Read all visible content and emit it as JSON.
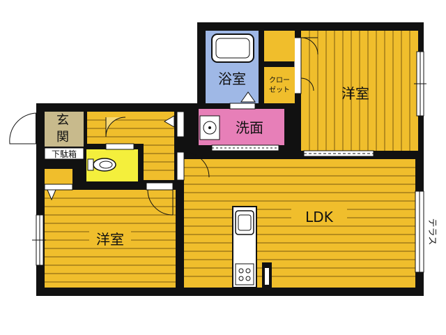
{
  "colors": {
    "floor": "#f0be2c",
    "wall": "#111111",
    "bath": "#9fb8e6",
    "washroom": "#e77fb8",
    "toilet": "#f4ef3c",
    "entrance": "#c8ba8c",
    "outside": "#ffffff"
  },
  "rooms": {
    "bath": {
      "label": "浴室"
    },
    "closet": {
      "label_line1": "クロー",
      "label_line2": "ゼット"
    },
    "bedroom_ne": {
      "label": "洋室"
    },
    "washroom": {
      "label": "洗面"
    },
    "entrance": {
      "label_line1": "玄",
      "label_line2": "関"
    },
    "shoe_box": {
      "label": "下駄箱"
    },
    "bedroom_sw": {
      "label": "洋室"
    },
    "ldk": {
      "label": "LDK"
    },
    "terrace": {
      "label": "テラス"
    }
  },
  "icons": [
    "bathtub-icon",
    "toilet-icon",
    "washbasin-icon",
    "sink-icon",
    "stove-icon",
    "door-swing-icon",
    "window-icon"
  ]
}
